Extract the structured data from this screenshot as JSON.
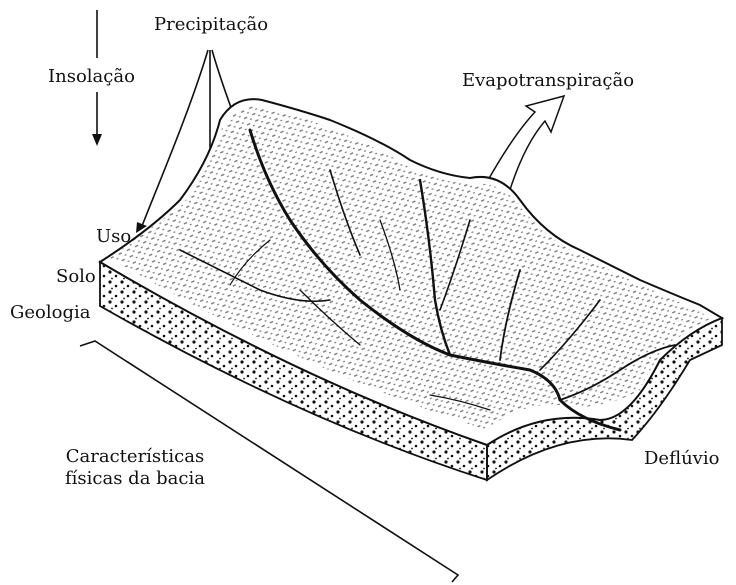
{
  "labels": {
    "precipitacao": "Precipitação",
    "insolacao": "Insolação",
    "evapotranspiracao": "Evapotranspiração",
    "uso": "Uso",
    "solo": "Solo",
    "geologia": "Geologia",
    "caracteristicas_line1": "Características",
    "caracteristicas_line2": "físicas da bacia",
    "defluvio": "Deflúvio"
  },
  "colors": {
    "ink": "#111111",
    "paper": "#ffffff"
  }
}
